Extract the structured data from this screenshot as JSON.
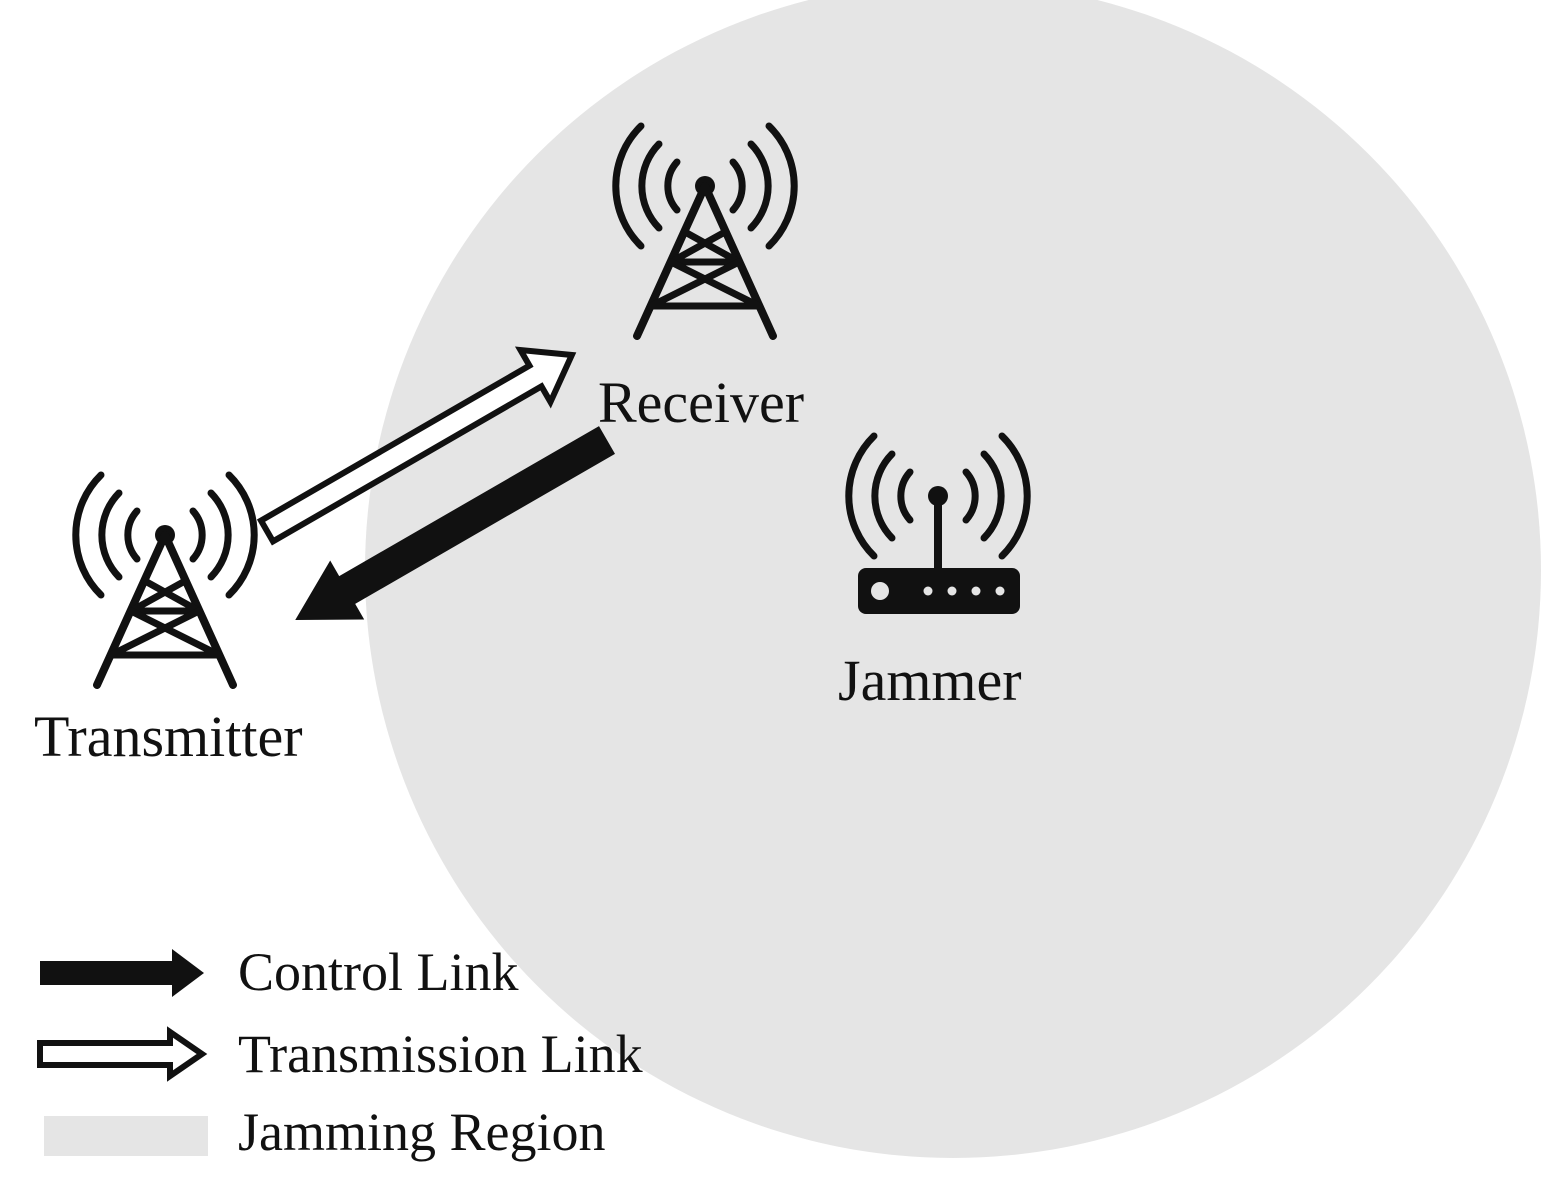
{
  "colors": {
    "jamming_region": "#e5e5e5",
    "ink": "#111111",
    "background": "#ffffff"
  },
  "nodes": {
    "transmitter": {
      "label": "Transmitter",
      "icon": "cell-tower-icon"
    },
    "receiver": {
      "label": "Receiver",
      "icon": "cell-tower-icon"
    },
    "jammer": {
      "label": "Jammer",
      "icon": "wifi-router-icon"
    }
  },
  "links": [
    {
      "from": "Transmitter",
      "to": "Receiver",
      "type": "Transmission Link",
      "style": "hollow-arrow"
    },
    {
      "from": "Receiver",
      "to": "Transmitter",
      "type": "Control Link",
      "style": "solid-arrow"
    }
  ],
  "legend": {
    "control_link": "Control Link",
    "transmission_link": "Transmission Link",
    "jamming_region": "Jamming Region"
  }
}
